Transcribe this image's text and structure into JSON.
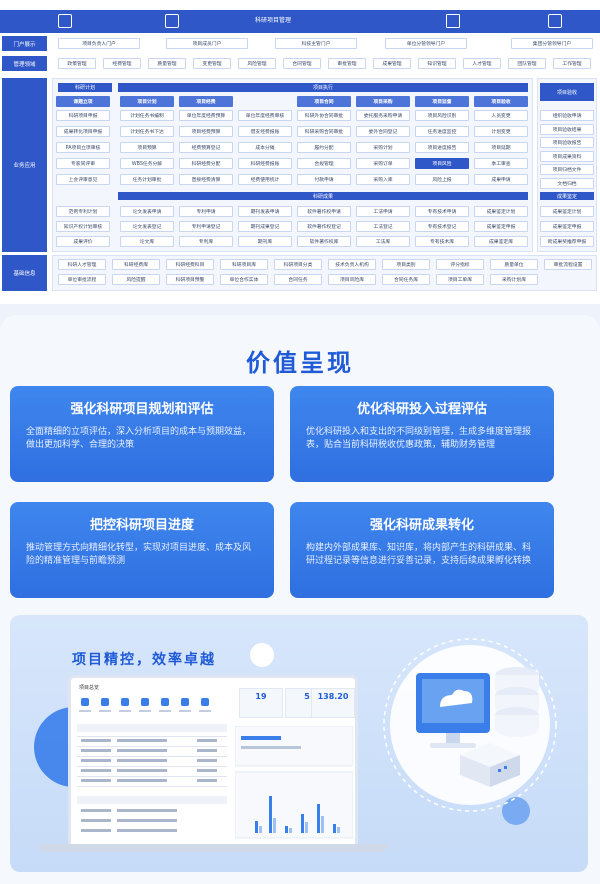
{
  "arch": {
    "system_title": "科研项目管理",
    "row_labels": [
      "门户展示",
      "管理领域",
      "业务应用",
      "基础信息"
    ],
    "portal": [
      "项目负责人门户",
      "项目成员门户",
      "科技主管门户",
      "单位分管领导门户",
      "集团分管领导门户"
    ],
    "domains": [
      "政策管理",
      "经费管理",
      "质量管理",
      "变更管理",
      "风险管理",
      "合同管理",
      "审批管理",
      "成果管理",
      "知识管理",
      "人才管理",
      "团队管理",
      "工作管理"
    ],
    "business": {
      "plan_header": "科研计划",
      "exec_header": "项目执行",
      "cols": [
        {
          "title": "课题立项",
          "items": [
            "科研项目申报",
            "成果转化项目申报",
            "PA项目立项审核",
            "专家同评审",
            "上会评审意见"
          ]
        },
        {
          "title": "项目计划",
          "items": [
            "计划任务书编制",
            "计划任务书下达",
            "项目预算",
            "WBS任务分解",
            "任务计划审批"
          ]
        },
        {
          "title": "项目经费",
          "items": [
            "单位年度经费预算",
            "项目经费预算",
            "经费预算登记",
            "科研经费分配",
            "直接经费清算"
          ]
        },
        {
          "title": "",
          "items": [
            "单位年度经费审核",
            "借支经费报账",
            "成本分摊",
            "科研经费报账",
            "经费使用统计"
          ]
        },
        {
          "title": "项目合同",
          "items": [
            "科研外协合同审批",
            "科研采购合同审批",
            "履约分配",
            "合规管理",
            "付款申请"
          ]
        },
        {
          "title": "项目采购",
          "items": [
            "委托服务采购申请",
            "委外合同登记",
            "采购计划",
            "采购订单",
            "采购入库"
          ]
        },
        {
          "title": "项目监督",
          "items": [
            "项目风险识别",
            "任务进度监控",
            "项目进度报告",
            "项目风险",
            "风险上报"
          ]
        },
        {
          "title": "项目验收",
          "items": [
            "人员变更",
            "计划变更",
            "项目延期",
            "季工审查",
            "成果申请"
          ]
        }
      ],
      "outcome_header": "科研成果",
      "outcome_cols": [
        [
          "范例专利计划",
          "知识产权计划审核",
          "成果评价"
        ],
        [
          "论文发表申请",
          "论文发表登记",
          "论文库"
        ],
        [
          "专利申请",
          "专利申请登记",
          "专利库"
        ],
        [
          "期刊发表申请",
          "期刊成果登记",
          "期刊库"
        ],
        [
          "软件著作权申请",
          "软件著作权登记",
          "软件著作权库"
        ],
        [
          "工法申请",
          "工法登记",
          "工法库"
        ],
        [
          "专有技术申请",
          "专有技术登记",
          "专有技术库"
        ],
        [
          "成果鉴定计划",
          "成果鉴定申报",
          "成果鉴定库"
        ]
      ],
      "right_header": "项目验收",
      "right_items": [
        "组织验收申请",
        "项目验收结果",
        "项目验收报告",
        "项目成果资料",
        "项目归档文件",
        "文档归档"
      ],
      "right_outcome_header": "成果鉴定",
      "right_outcome_items": [
        "成果鉴定计划",
        "成果鉴定申报",
        "跨成果奖推荐申报"
      ]
    },
    "basic": [
      "科研人才管理",
      "科研经费库",
      "科研经费科目",
      "科研项目库",
      "科研项目分类",
      "技术负责人机构",
      "项目类别",
      "评分指标",
      "质量单位",
      "审批流程设置",
      "单位审批流程",
      "风险提醒",
      "科研项目预警",
      "单位合作实体",
      "合同任务",
      "项目风险库",
      "合同任务库",
      "项目工单库",
      "采购计划库"
    ]
  },
  "value": {
    "title": "价值呈现",
    "cards": [
      {
        "title": "强化科研项目规划和评估",
        "desc": "全面精细的立项评估，深入分析项目的成本与预期效益，做出更加科学、合理的决策"
      },
      {
        "title": "优化科研投入过程评估",
        "desc": "优化科研投入和支出的不同级别管理，生成多维度管理报表，贴合当前科研税收优惠政策，辅助财务管理"
      },
      {
        "title": "把控科研项目进度",
        "desc": "推动管理方式向精细化转型，实现对项目进度、成本及风险的精准管理与前瞻预测"
      },
      {
        "title": "强化科研成果转化",
        "desc": "构建内外部成果库、知识库，将内部产生的科研成果、科研过程记录等信息进行妥善记录，支持后续成果孵化转换"
      }
    ]
  },
  "promo": {
    "title": "项目精控，效率卓越",
    "dash_title": "项目总览",
    "stats": [
      "19",
      "5",
      "138.20"
    ]
  },
  "colors": {
    "primary": "#2f57c8",
    "accent": "#1f5bd6",
    "card": "#3a7eea"
  }
}
